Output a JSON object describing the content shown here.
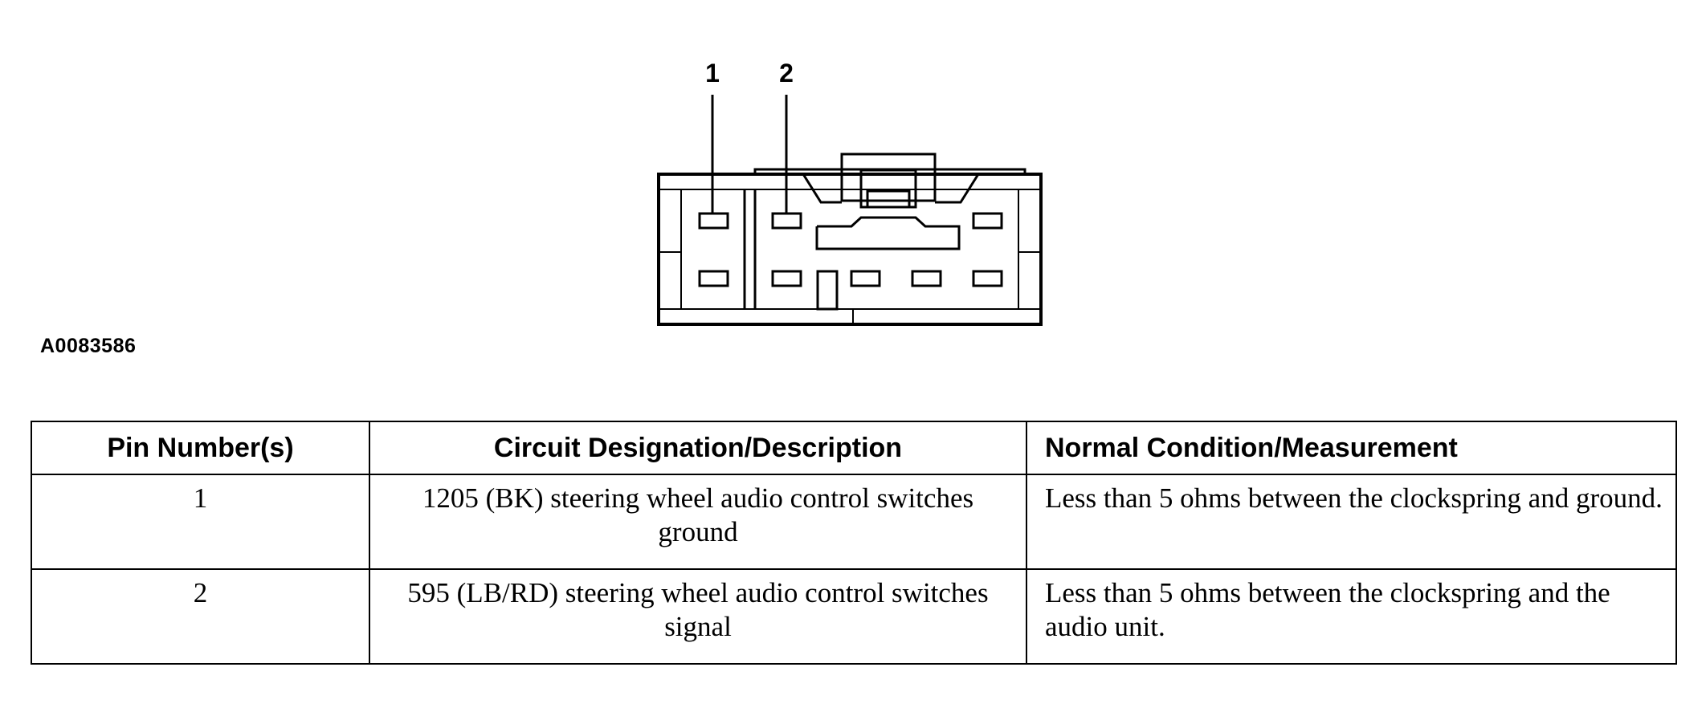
{
  "figure": {
    "id": "A0083586",
    "pin_labels": [
      "1",
      "2"
    ]
  },
  "table": {
    "headers": [
      "Pin Number(s)",
      "Circuit Designation/Description",
      "Normal Condition/Measurement"
    ],
    "rows": [
      {
        "pin": "1",
        "circuit": "1205 (BK) steering wheel audio control switches ground",
        "condition": "Less than 5 ohms between the clockspring and ground."
      },
      {
        "pin": "2",
        "circuit": "595 (LB/RD) steering wheel audio control switches signal",
        "condition": "Less than 5 ohms between the clockspring and the audio unit."
      }
    ]
  }
}
